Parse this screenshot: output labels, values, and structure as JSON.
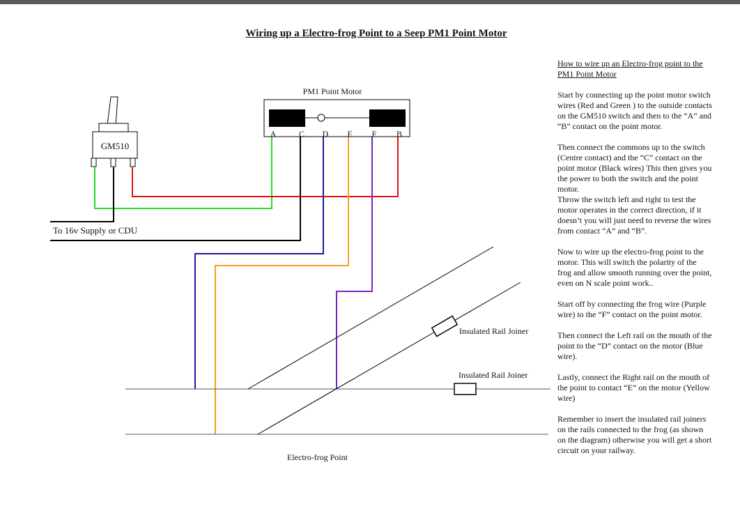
{
  "title": "Wiring up a Electro-frog Point to a Seep PM1 Point Motor",
  "motor_label": "PM1 Point Motor",
  "contacts": [
    "A",
    "C",
    "D",
    "E",
    "F",
    "B"
  ],
  "switch_label": "GM510",
  "supply_label": "To 16v Supply or CDU",
  "joiner_label_upper": "Insulated Rail Joiner",
  "joiner_label_lower": "Insulated Rail Joiner",
  "point_label": "Electro-frog Point",
  "wire_colors": {
    "green": "#22dd22",
    "red": "#dd1111",
    "black": "#000000",
    "blue": "#1a1aa0",
    "orange": "#f5a020",
    "purple": "#7a22c8",
    "rail": "#555555"
  },
  "instructions": {
    "heading": "How to wire up an Electro-frog point to the PM1 Point Motor",
    "p1": "Start by connecting up the point motor switch wires (Red and Green ) to the outside contacts on the GM510 switch and then to the “A” and “B” contact on the point motor.",
    "p2a": "Then connect the commons up to the switch (Centre contact) and the “C” contact on the point motor (Black wires) This then gives you the power to both the switch and the point motor.",
    "p2b": "Throw the switch left and right to test the motor operates in the correct direction, if it doesn’t you will just need to reverse the wires from contact “A” and “B”.",
    "p3": "Now to wire up the electro-frog point to the motor. This will switch the polarity of the frog and allow smooth running over the point, even on N scale point work..",
    "p4": "Start off by connecting the frog wire (Purple wire) to the “F” contact on the point motor.",
    "p5": "Then connect the Left rail on the mouth of the point to the “D” contact on the motor (Blue wire).",
    "p6": "Lastly, connect the Right rail on the mouth of the point to contact “E” on the motor (Yellow wire)",
    "p7": "Remember to insert the insulated rail joiners on the rails connected to the frog (as shown on the diagram) otherwise you will get a short circuit on your railway."
  }
}
